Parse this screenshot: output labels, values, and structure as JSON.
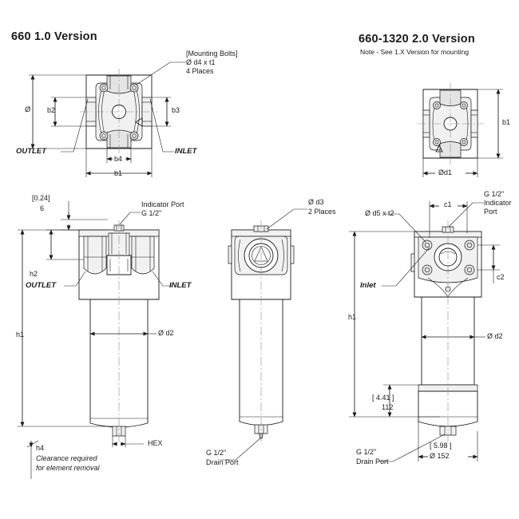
{
  "sheet": {
    "kind": "engineering-dimension-drawing",
    "product": "hydraulic filter housing"
  },
  "left_section": {
    "title": "660 1.0 Version",
    "top_view": {
      "callout": {
        "line1": "[Mounting Bolts]",
        "line2": "Ø d4 x t1",
        "line3": "4 Places"
      },
      "dims": {
        "diameter_symbol": "Ø",
        "b2": "b2",
        "b3": "b3",
        "b4": "b4",
        "b1": "b1"
      },
      "ports": {
        "outlet": "OUTLET",
        "inlet": "INLET"
      }
    },
    "front_view": {
      "top_dim": {
        "inch": "[0.24]",
        "mm": "6"
      },
      "indicator": {
        "line1": "Indicator Port",
        "line2": "G 1/2\""
      },
      "h1": "h1",
      "h2": "h2",
      "h4": "h4",
      "h4_note_line1": "Clearance required",
      "h4_note_line2": "for element removal",
      "bowl_dia": "Ø d2",
      "hex": "HEX",
      "ports": {
        "outlet": "OUTLET",
        "inlet": "INLET"
      }
    },
    "side_view": {
      "callout_line1": "Ø d3",
      "callout_line2": "2 Places",
      "drain_line1": "G 1/2\"",
      "drain_line2": "Drain Port"
    }
  },
  "right_section": {
    "title": "660-1320 2.0 Version",
    "note": "Note - See 1.X Version for mounting",
    "top_view": {
      "b1": "b1",
      "d1": "Ød1"
    },
    "front_view": {
      "c1": "c1",
      "c2": "c2",
      "bolt_callout": "Ø d5 x t2",
      "indicator": {
        "line1": "G 1/2\"",
        "line2": "Indicator",
        "line3": "Port"
      },
      "inlet": "Inlet",
      "h1": "h1",
      "bowl_dia": "Ø d2",
      "bowl_height": {
        "inch": "[ 4.41 ]",
        "mm": "112"
      },
      "bowl_width": {
        "inch": "[ 5.98 ]",
        "mm": "Ø 152"
      },
      "drain_line1": "G 1/2\"",
      "drain_line2": "Drain Port"
    }
  },
  "colors": {
    "line": "#1a1a1a",
    "center": "#8a8a8a",
    "shade": "#f1f1f1",
    "background": "#ffffff"
  }
}
